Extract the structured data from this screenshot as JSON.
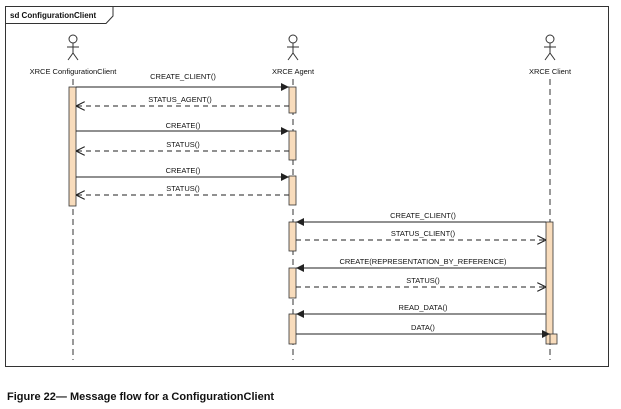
{
  "frame": {
    "title": "sd ConfigurationClient"
  },
  "actors": {
    "config_client": "XRCE ConfigurationClient",
    "agent": "XRCE Agent",
    "client": "XRCE Client"
  },
  "messages": [
    {
      "label": "CREATE_CLIENT()",
      "from": "config_client",
      "to": "agent",
      "kind": "call"
    },
    {
      "label": "STATUS_AGENT()",
      "from": "agent",
      "to": "config_client",
      "kind": "reply"
    },
    {
      "label": "CREATE()",
      "from": "config_client",
      "to": "agent",
      "kind": "call"
    },
    {
      "label": "STATUS()",
      "from": "agent",
      "to": "config_client",
      "kind": "reply"
    },
    {
      "label": "CREATE()",
      "from": "config_client",
      "to": "agent",
      "kind": "call"
    },
    {
      "label": "STATUS()",
      "from": "agent",
      "to": "config_client",
      "kind": "reply"
    },
    {
      "label": "CREATE_CLIENT()",
      "from": "client",
      "to": "agent",
      "kind": "call"
    },
    {
      "label": "STATUS_CLIENT()",
      "from": "agent",
      "to": "client",
      "kind": "reply"
    },
    {
      "label": "CREATE(REPRESENTATION_BY_REFERENCE)",
      "from": "client",
      "to": "agent",
      "kind": "call"
    },
    {
      "label": "STATUS()",
      "from": "agent",
      "to": "client",
      "kind": "reply"
    },
    {
      "label": "READ_DATA()",
      "from": "client",
      "to": "agent",
      "kind": "call"
    },
    {
      "label": "DATA()",
      "from": "agent",
      "to": "client",
      "kind": "call"
    }
  ],
  "caption": "Figure 22— Message flow for a ConfigurationClient",
  "colors": {
    "activation_fill": "#f8dcbc",
    "line": "#333333",
    "frame_tab": "#ffffff"
  }
}
